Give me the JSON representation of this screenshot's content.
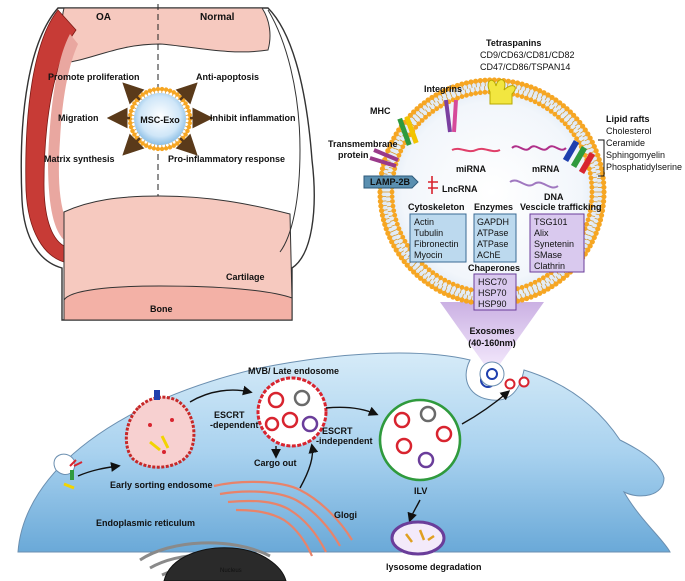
{
  "joint": {
    "oa_label": "OA",
    "normal_label": "Normal",
    "center_label": "MSC-Exo",
    "effects": {
      "promote_proliferation": "Promote proliferation",
      "anti_apoptosis": "Anti-apoptosis",
      "migration": "Migration",
      "inhibit_inflammation": "Inhibit inflammation",
      "matrix_synthesis": "Matrix synthesis",
      "pro_inflammatory": "Pro-inflammatory response"
    },
    "cartilage_label": "Cartilage",
    "bone_label": "Bone"
  },
  "exosome": {
    "tetraspanins_title": "Tetraspanins",
    "tetraspanins_line1": "CD9/CD63/CD81/CD82",
    "tetraspanins_line2": "CD47/CD86/TSPAN14",
    "integrins": "Integrins",
    "mhc": "MHC",
    "transmembrane_line1": "Transmembrane",
    "transmembrane_line2": "protein",
    "lamp": "LAMP-2B",
    "mirna": "miRNA",
    "mrna": "mRNA",
    "lncrna": "LncRNA",
    "dna": "DNA",
    "lipid_rafts": {
      "title": "Lipid rafts",
      "items": [
        {
          "label": "Cholesterol",
          "color": "#111111"
        },
        {
          "label": "Ceramide",
          "color": "#1f3fae"
        },
        {
          "label": "Sphingomyelin",
          "color": "#1a9a2a"
        },
        {
          "label": "Phosphatidylserine",
          "color": "#e01a1a"
        }
      ]
    },
    "cytoskeleton": {
      "title": "Cytoskeleton",
      "items": [
        "Actin",
        "Tubulin",
        "Fibronectin",
        "Myocin"
      ]
    },
    "enzymes": {
      "title": "Enzymes",
      "items": [
        "GAPDH",
        "ATPase",
        "ATPase",
        "AChE"
      ]
    },
    "chaperones": {
      "title": "Chaperones",
      "items": [
        "HSC70",
        "HSP70",
        "HSP90"
      ]
    },
    "vesicle": {
      "title": "Vescicle trafficking",
      "items": [
        "TSG101",
        "Alix",
        "Synetenin",
        "SMase",
        "Clathrin"
      ]
    },
    "size_line1": "Exosomes",
    "size_line2": "(40-160nm)"
  },
  "cell": {
    "mvb": "MVB/ Late endosome",
    "escrt_dep_line1": "ESCRT",
    "escrt_dep_line2": "-dependent",
    "escrt_indep_line1": "ESCRT",
    "escrt_indep_line2": "-independent",
    "cargo_out": "Cargo out",
    "early_endosome": "Early sorting endosome",
    "ilv": "ILV",
    "golgi": "Glogi",
    "er": "Endoplasmic reticulum",
    "nucleus": "Nucleus",
    "lysosome": "lysosome degradation"
  },
  "colors": {
    "cell_blue": "#8fc3e8",
    "vesicle_orange": "#f6a623",
    "cartilage_pink": "#f6c9bf",
    "mvb_red": "#d8242f",
    "ilv_green": "#2f9a3d",
    "lyso_purple": "#6a3d9a"
  }
}
